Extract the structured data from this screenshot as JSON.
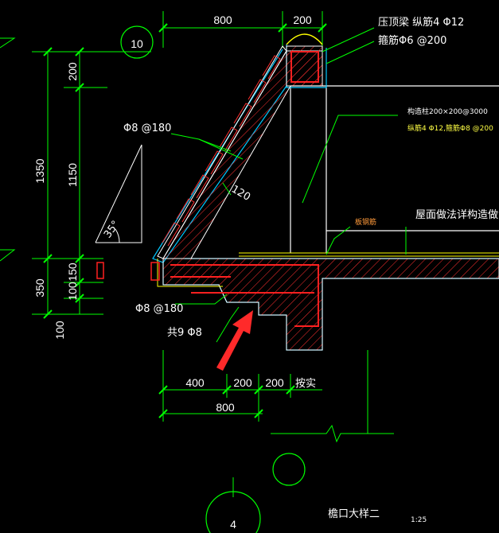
{
  "drawing": {
    "dims_top": [
      "800",
      "200"
    ],
    "dims_left": [
      "1350",
      "200",
      "1150",
      "350",
      "150",
      "100",
      "100"
    ],
    "dims_bottom": [
      "400",
      "200",
      "200",
      "800"
    ],
    "bottom_note": "按实",
    "grid_labels": [
      "10",
      "4"
    ],
    "angle_label": "35°",
    "slab_thickness": "120"
  },
  "notes": {
    "top_beam": "压顶梁 纵筋4 Φ12",
    "stirrup": "箍筋Φ6 @200",
    "column_title": "构造柱200×200@3000",
    "column_rebar": "纵筋4 Φ12,箍筋Φ8 @200",
    "pressure_bar": "板钢筋",
    "roof_note": "屋面做法详构造做法",
    "rebar_top": "Φ8 @180",
    "rebar_bottom": "Φ8 @180",
    "rebar_total": "共9 Φ8"
  },
  "title": {
    "main": "檐口大样二",
    "scale": "1:25"
  },
  "colors": {
    "dim": "#00ff00",
    "structure": "#ffffff",
    "rebar": "#ff2020",
    "hatch": "#ff3030",
    "cyan": "#00c8ff",
    "yellow": "#ffff00",
    "arrow": "#ff2a2a"
  }
}
